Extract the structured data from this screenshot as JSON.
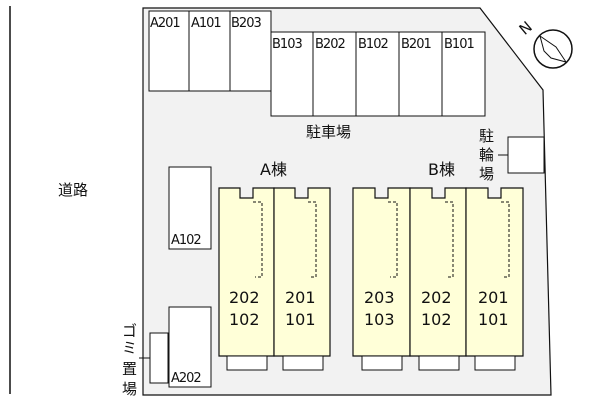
{
  "road_label": "道路",
  "parking": {
    "label": "駐車場",
    "spaces_top": [
      "A201",
      "A101",
      "B203"
    ],
    "spaces_row2": [
      "B103",
      "B202",
      "B102",
      "B201",
      "B101"
    ],
    "space_a102": "A102",
    "space_a202": "A202"
  },
  "bicycle_parking": {
    "chars": [
      "駐",
      "輪",
      "場"
    ]
  },
  "garbage_area": {
    "chars": [
      "ゴ",
      "ミ",
      "置",
      "場"
    ]
  },
  "compass": {
    "label": "N"
  },
  "building_a": {
    "label": "A棟",
    "units": [
      {
        "upper": "202",
        "lower": "102"
      },
      {
        "upper": "201",
        "lower": "101"
      }
    ]
  },
  "building_b": {
    "label": "B棟",
    "units": [
      {
        "upper": "203",
        "lower": "103"
      },
      {
        "upper": "202",
        "lower": "102"
      },
      {
        "upper": "201",
        "lower": "101"
      }
    ]
  },
  "colors": {
    "lot": "#f2f2f2",
    "building": "#ffffd8",
    "line": "#111111"
  }
}
